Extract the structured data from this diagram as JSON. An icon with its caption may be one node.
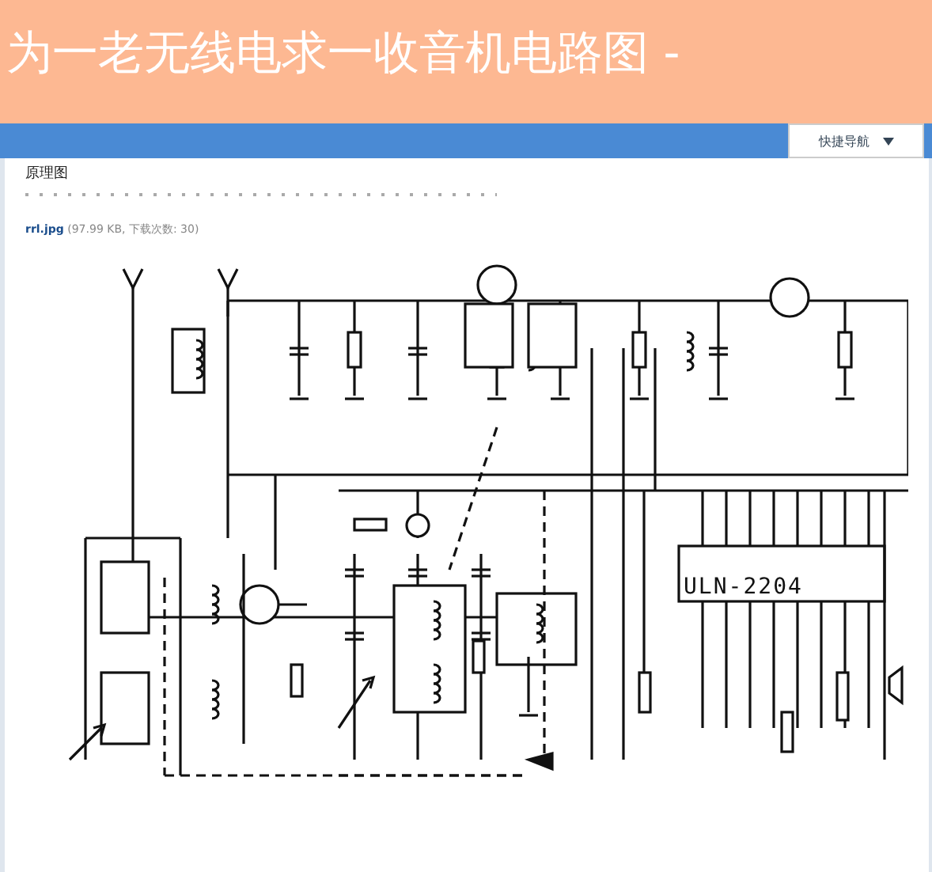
{
  "diagram": {
    "title": "为一老无线电求一收音机电路图 -",
    "labels": [
      "快捷导航",
      "原理图",
      "rrl.jpg",
      "(97.99 KB, 下载次数: 30)",
      "ULN-2204"
    ]
  }
}
